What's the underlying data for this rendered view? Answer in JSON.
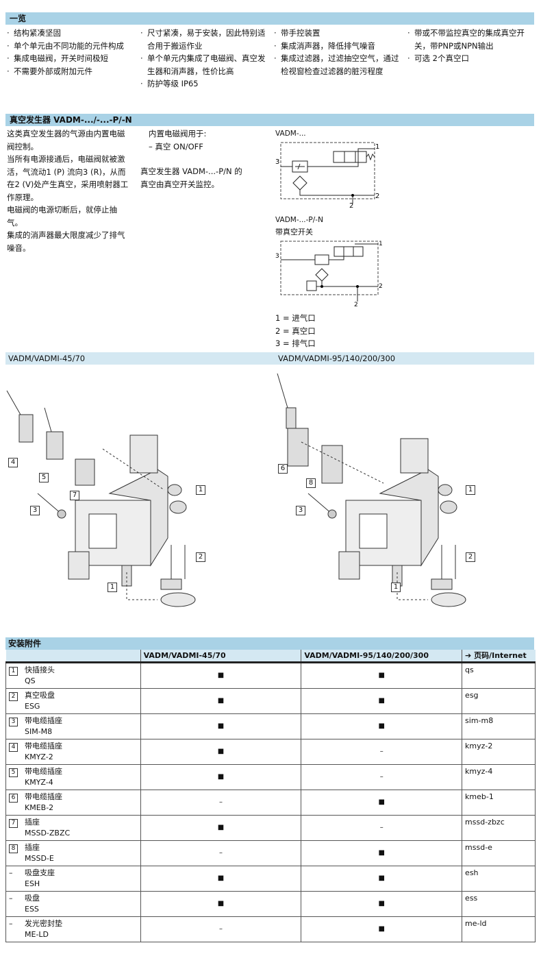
{
  "overview": {
    "title": "一览",
    "columns": [
      [
        "结构紧凑坚固",
        "单个单元由不同功能的元件构成",
        "集成电磁阀，开关时间极短",
        "不需要外部或附加元件"
      ],
      [
        "尺寸紧凑，易于安装，因此特别适合用于搬运作业",
        "单个单元内集成了电磁阀、真空发生器和消声器，性价比高",
        "防护等级 IP65"
      ],
      [
        "带手控装置",
        "集成消声器，降低排气噪音",
        "集成过滤器，过滤抽空空气，通过检视窗检查过滤器的脏污程度"
      ],
      [
        "带或不带监控真空的集成真空开关，带PNP或NPN输出",
        "可选 2个真空口"
      ]
    ]
  },
  "generator": {
    "title": "真空发生器 VADM-.../-...-P/-N",
    "description": [
      "这类真空发生器的气源由内置电磁阀控制。",
      "当所有电源接通后，电磁阀就被激活，气流动1 (P) 流向3 (R)，从而在2 (V)处产生真空，采用喷射器工作原理。",
      "电磁阀的电源切断后，就停止抽气。",
      "集成的消声器最大限度减少了排气噪音。"
    ],
    "valve_use": "内置电磁阀用于:",
    "valve_use_item": "– 真空 ON/OFF",
    "monitor_text": "真空发生器 VADM-...-P/N 的真空由真空开关监控。",
    "diagram1_label": "VADM-...",
    "diagram2_label": "VADM-...-P/-N",
    "diagram2_sub": "带真空开关",
    "ports": [
      "1 = 进气口",
      "2 = 真空口",
      "3 = 排气口"
    ],
    "port_nums": [
      "1",
      "2",
      "3"
    ]
  },
  "images": {
    "left_title": "VADM/VADMI-45/70",
    "right_title": "VADM/VADMI-95/140/200/300",
    "left_callouts": [
      "4",
      "5",
      "7",
      "3",
      "1",
      "2",
      "1"
    ],
    "right_callouts": [
      "6",
      "8",
      "3",
      "1",
      "2",
      "1"
    ]
  },
  "accessories": {
    "title": "安装附件",
    "headers": [
      "",
      "VADM/VADMI-45/70",
      "VADM/VADMI-95/140/200/300",
      "➔ 页码/Internet"
    ],
    "rows": [
      {
        "num": "1",
        "name": "快插接头",
        "code": "QS",
        "a": "■",
        "b": "■",
        "link": "qs"
      },
      {
        "num": "2",
        "name": "真空吸盘",
        "code": "ESG",
        "a": "■",
        "b": "■",
        "link": "esg"
      },
      {
        "num": "3",
        "name": "带电缆插座",
        "code": "SIM-M8",
        "a": "■",
        "b": "■",
        "link": "sim-m8"
      },
      {
        "num": "4",
        "name": "带电缆插座",
        "code": "KMYZ-2",
        "a": "■",
        "b": "–",
        "link": "kmyz-2"
      },
      {
        "num": "5",
        "name": "带电缆插座",
        "code": "KMYZ-4",
        "a": "■",
        "b": "–",
        "link": "kmyz-4"
      },
      {
        "num": "6",
        "name": "带电缆插座",
        "code": "KMEB-2",
        "a": "–",
        "b": "■",
        "link": "kmeb-1"
      },
      {
        "num": "7",
        "name": "插座",
        "code": "MSSD-ZBZC",
        "a": "■",
        "b": "–",
        "link": "mssd-zbzc"
      },
      {
        "num": "8",
        "name": "插座",
        "code": "MSSD-E",
        "a": "–",
        "b": "■",
        "link": "mssd-e"
      },
      {
        "num": "–",
        "name": "吸盘支座",
        "code": "ESH",
        "a": "■",
        "b": "■",
        "link": "esh"
      },
      {
        "num": "–",
        "name": "吸盘",
        "code": "ESS",
        "a": "■",
        "b": "■",
        "link": "ess"
      },
      {
        "num": "–",
        "name": "发光密封垫",
        "code": "ME-LD",
        "a": "–",
        "b": "■",
        "link": "me-ld"
      }
    ]
  }
}
